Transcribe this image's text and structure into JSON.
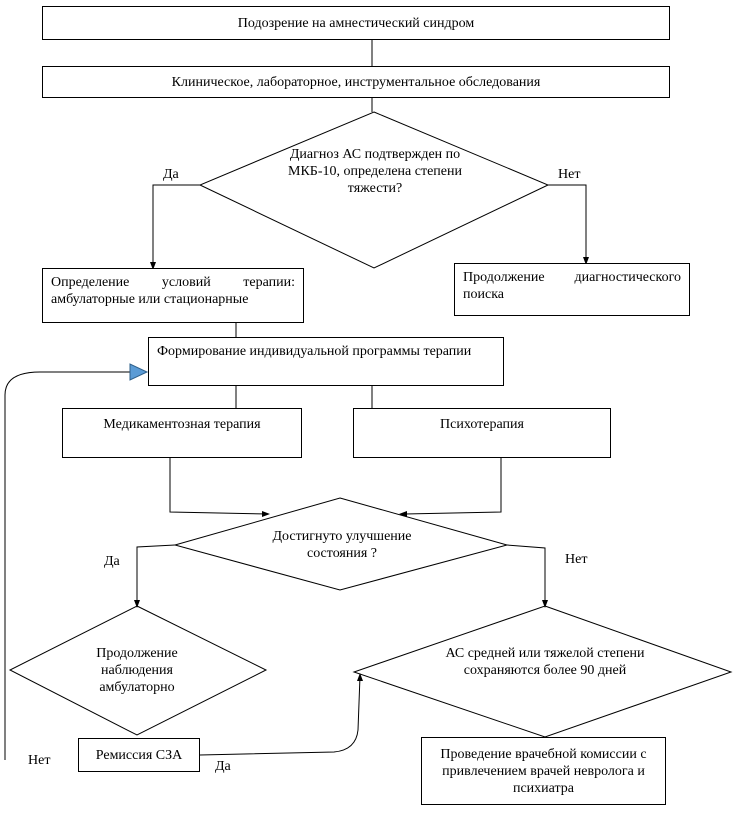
{
  "nodes": {
    "suspicion": "Подозрение на амнестический синдром",
    "examination": "Клиническое, лабораторное, инструментальное обследования",
    "diagnosis_q": "Диагноз АС подтвержден по МКБ-10, определена степени тяжести?",
    "therapy_conditions": "Определение условий терапии: амбулаторные или стационарные",
    "continue_search": "Продолжение диагностического поиска",
    "individual_program": "Формирование индивидуальной программы терапии",
    "medication": "Медикаментозная терапия",
    "psychotherapy": "Психотерапия",
    "improvement_q": "Достигнуто улучшение состояния ?",
    "continue_observation": "Продолжение наблюдения амбулаторно",
    "persist_q": "АС средней или тяжелой степени сохраняются более 90 дней",
    "remission": "Ремиссия СЗА",
    "commission": "Проведение врачебной комиссии с привлечением врачей невролога и психиатра"
  },
  "edge_labels": {
    "diag_yes": "Да",
    "diag_no": "Нет",
    "improve_yes": "Да",
    "improve_no": "Нет",
    "loop_no": "Нет",
    "remission_yes": "Да"
  },
  "colors": {
    "line": "#000000",
    "arrow_fill": "#5b9bd5"
  }
}
